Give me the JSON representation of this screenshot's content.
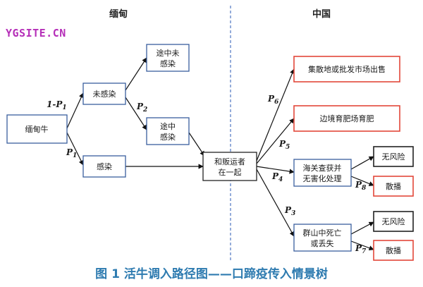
{
  "watermark": "YGSITE.CN",
  "regions": {
    "left": "缅甸",
    "right": "中国"
  },
  "nodes": {
    "myanmar_cattle": "缅甸牛",
    "not_infected": "未感染",
    "infected": "感染",
    "transit_not_infected": [
      "途中未",
      "感染"
    ],
    "transit_infected": [
      "途中",
      "感染"
    ],
    "with_smugglers": [
      "和贩运者",
      "在一起"
    ],
    "market_sale": "集散地或批发市场出售",
    "border_fattening": "边境育肥场育肥",
    "customs_seized": [
      "海关查获并",
      "无害化处理"
    ],
    "no_risk_1": "无风险",
    "spread_1": "散播",
    "died_in_mountains": [
      "群山中死亡",
      "或丢失"
    ],
    "no_risk_2": "无风险",
    "spread_2": "散播"
  },
  "probabilities": {
    "one_minus_p1": {
      "base": "1-",
      "var": "P",
      "sub": "1"
    },
    "p1": {
      "var": "P",
      "sub": "1"
    },
    "p2": {
      "var": "P",
      "sub": "2"
    },
    "p3": {
      "var": "P",
      "sub": "3"
    },
    "p4": {
      "var": "P",
      "sub": "4"
    },
    "p5": {
      "var": "P",
      "sub": "5"
    },
    "p6": {
      "var": "P",
      "sub": "6"
    },
    "p7": {
      "var": "P",
      "sub": "7"
    },
    "p8": {
      "var": "P",
      "sub": "8"
    }
  },
  "caption": "图 1   活牛调入路径图——口蹄疫传入情景树",
  "colors": {
    "blue_border": "#3a5f9e",
    "red_border": "#e2473a",
    "black_border": "#222222",
    "divider": "#5b7fc7",
    "caption": "#2e7bb0",
    "watermark": "#b52fb8"
  }
}
